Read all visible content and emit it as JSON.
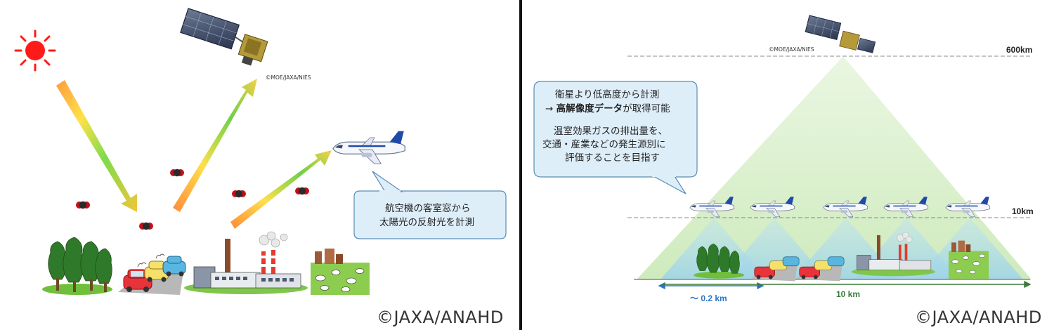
{
  "left_panel": {
    "satellite_credit": "©MOE/JAXA/NIES",
    "callout_line1": "航空機の客室窓から",
    "callout_line2": "太陽光の反射光を計測",
    "copyright": "©JAXA/ANAHD"
  },
  "right_panel": {
    "satellite_credit": "©MOE/JAXA/NIES",
    "altitude_satellite": "600km",
    "altitude_aircraft": "10km",
    "callout_line1": "衛星より低高度から計測",
    "callout_line2_arrow": "→ ",
    "callout_line2_bold": "高解像度データ",
    "callout_line2_rest": "が取得可能",
    "callout_line3": "温室効果ガスの排出量を、",
    "callout_line4": "交通・産業などの発生源別に",
    "callout_line5": "評価することを目指す",
    "resolution_label": "～ 0.2 km",
    "swath_label": "10 km",
    "copyright": "©JAXA/ANAHD"
  },
  "colors": {
    "sun": "#ff1a1a",
    "callout_fill": "#deeef9",
    "callout_border": "#5a8db5",
    "aircraft_footprint": "#a8d8e8",
    "satellite_footprint": "#d7efc8",
    "blue_arrow": "#2a74c8",
    "green_arrow": "#3a7a3a",
    "divider": "#111111"
  }
}
